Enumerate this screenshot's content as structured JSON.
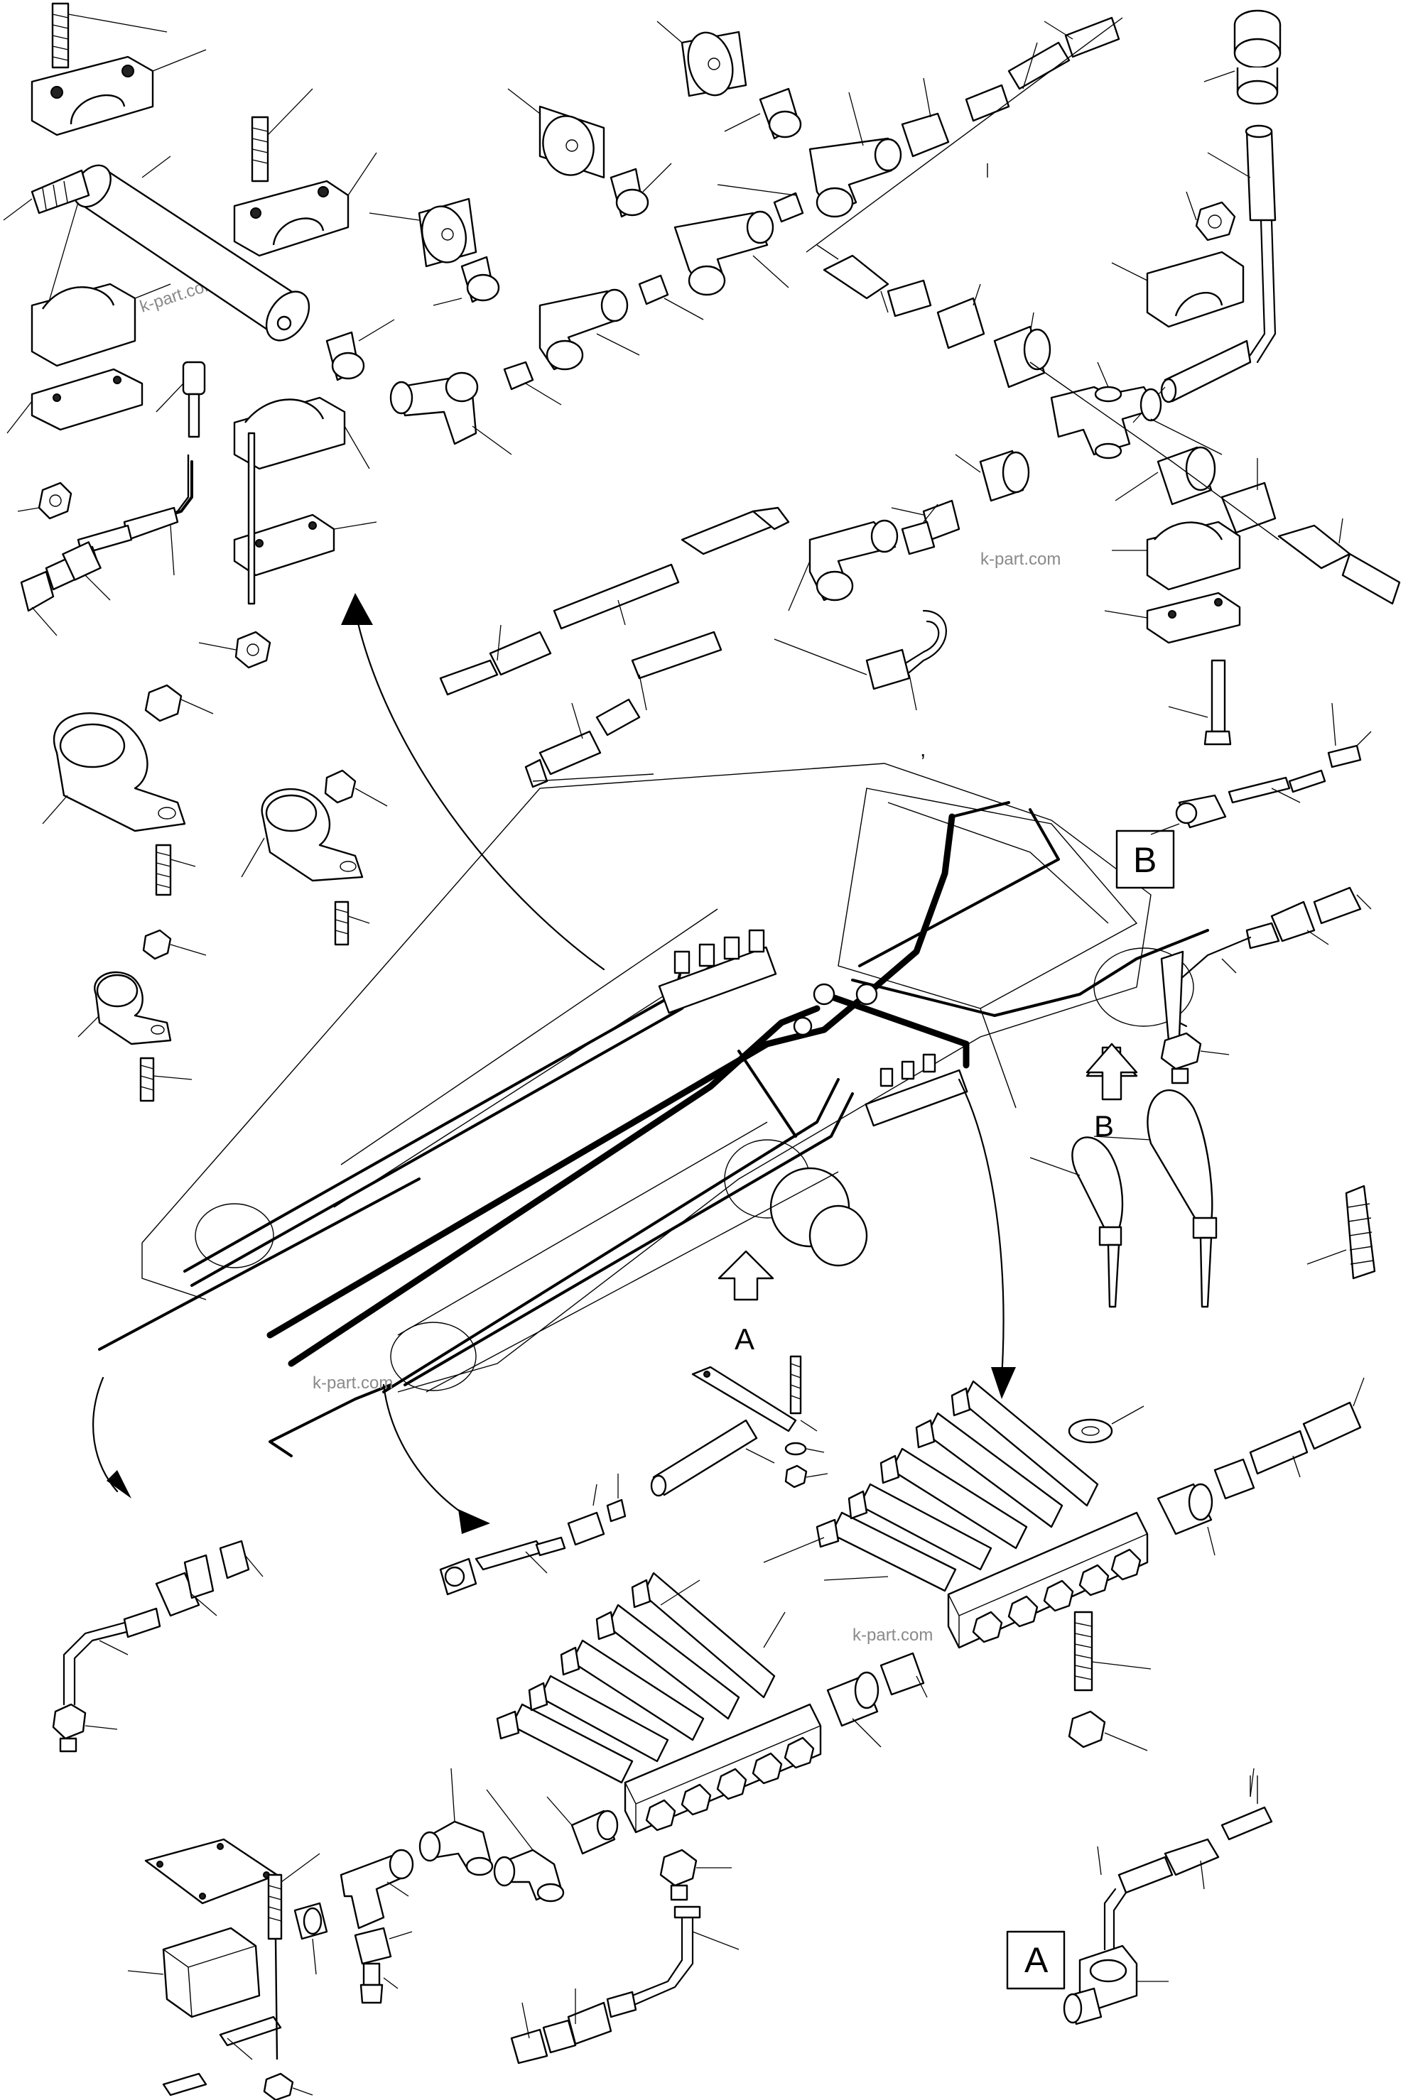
{
  "labels": {
    "box_b": "B",
    "box_a": "A",
    "arrow_b": "B",
    "arrow_a": "A",
    "comma_mark": ","
  },
  "watermarks": [
    "k-part.com",
    "k-part.com",
    "k-part.com",
    "k-part.com"
  ],
  "colors": {
    "line": "#000000",
    "background": "#ffffff",
    "watermark": "#8a8a8a"
  }
}
